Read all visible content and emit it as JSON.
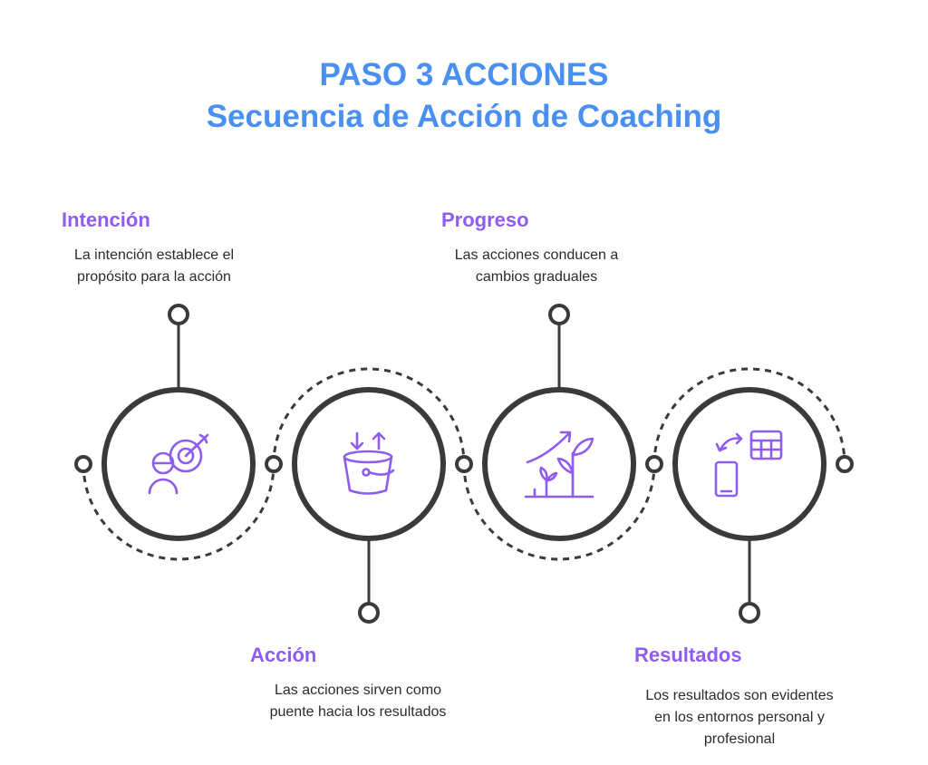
{
  "title": {
    "line1": "PASO 3 ACCIONES",
    "line2": "Secuencia de Acción de Coaching"
  },
  "steps": [
    {
      "title": "Intención",
      "desc_lines": [
        "La intención establece el",
        "propósito para la acción"
      ],
      "icon": "target-person-icon"
    },
    {
      "title": "Acción",
      "desc_lines": [
        "Las acciones sirven como",
        "puente hacia los resultados"
      ],
      "icon": "bucket-arrows-icon"
    },
    {
      "title": "Progreso",
      "desc_lines": [
        "Las acciones conducen a",
        "cambios graduales"
      ],
      "icon": "growth-plant-icon"
    },
    {
      "title": "Resultados",
      "desc_lines": [
        "Los resultados son evidentes",
        "en los entornos personal y",
        "profesional"
      ],
      "icon": "phone-table-icon"
    }
  ],
  "colors": {
    "title": "#4a90f0",
    "step_title": "#8e5cf0",
    "icon": "#8e5cf0",
    "circle_stroke": "#3a3a3a",
    "text": "#2b2b2b"
  }
}
